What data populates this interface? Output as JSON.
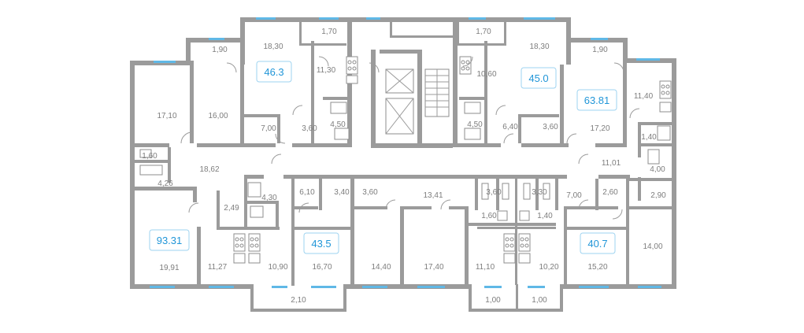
{
  "apartments": [
    {
      "label": "46.3"
    },
    {
      "label": "45.0"
    },
    {
      "label": "63.81"
    },
    {
      "label": "93.31"
    },
    {
      "label": "43.5"
    },
    {
      "label": "40.7"
    }
  ],
  "rooms": [
    {
      "label": "1,90"
    },
    {
      "label": "18,30"
    },
    {
      "label": "1,70"
    },
    {
      "label": "1,70"
    },
    {
      "label": "18,30"
    },
    {
      "label": "1,90"
    },
    {
      "label": "11,30"
    },
    {
      "label": "10,60"
    },
    {
      "label": "17,10"
    },
    {
      "label": "16,00"
    },
    {
      "label": "11,40"
    },
    {
      "label": "7,00"
    },
    {
      "label": "3,60"
    },
    {
      "label": "4,50"
    },
    {
      "label": "4,50"
    },
    {
      "label": "6,40"
    },
    {
      "label": "3,60"
    },
    {
      "label": "17,20"
    },
    {
      "label": "1,40"
    },
    {
      "label": "1,60"
    },
    {
      "label": "18,62"
    },
    {
      "label": "11,01"
    },
    {
      "label": "4,00"
    },
    {
      "label": "4,26"
    },
    {
      "label": "6,10"
    },
    {
      "label": "3,40"
    },
    {
      "label": "3,60"
    },
    {
      "label": "13,41"
    },
    {
      "label": "3,60"
    },
    {
      "label": "3,30"
    },
    {
      "label": "7,00"
    },
    {
      "label": "2,60"
    },
    {
      "label": "2,90"
    },
    {
      "label": "4,30"
    },
    {
      "label": "2,49"
    },
    {
      "label": "1,60"
    },
    {
      "label": "1,40"
    },
    {
      "label": "14,00"
    },
    {
      "label": "19,91"
    },
    {
      "label": "11,27"
    },
    {
      "label": "10,90"
    },
    {
      "label": "16,70"
    },
    {
      "label": "14,40"
    },
    {
      "label": "17,40"
    },
    {
      "label": "11,10"
    },
    {
      "label": "10,20"
    },
    {
      "label": "15,20"
    },
    {
      "label": "2,10"
    },
    {
      "label": "1,00"
    },
    {
      "label": "1,00"
    }
  ]
}
